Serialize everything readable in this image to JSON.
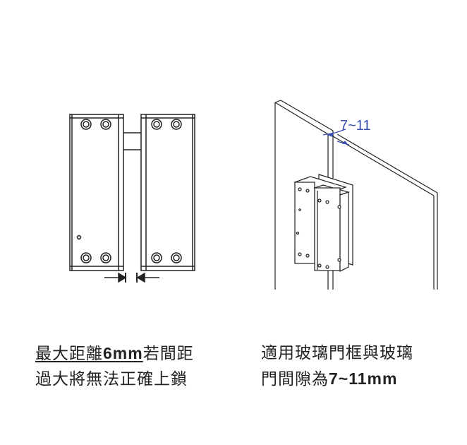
{
  "dimension_label": "7~11",
  "left_caption": {
    "line1_underlined": "最大距離",
    "line1_underlined_num": "6mm",
    "line1_rest": "若間距",
    "line2": "過大將無法正確上鎖"
  },
  "right_caption": {
    "line1": "適用玻璃門框與玻璃",
    "line2_text": "門間隙為",
    "line2_num": "7~11mm"
  },
  "colors": {
    "line": "#222222",
    "dimension": "#3a4fb0"
  }
}
